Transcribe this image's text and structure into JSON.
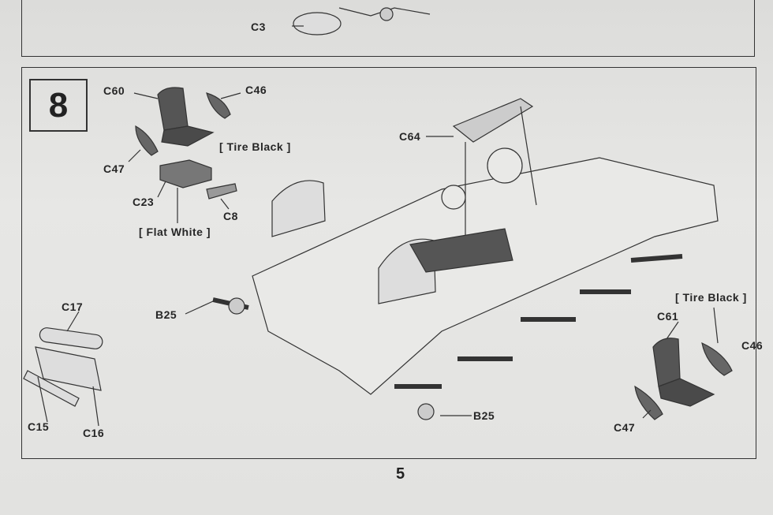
{
  "top_panel": {
    "label_c3": "C3"
  },
  "step": {
    "number": "8",
    "seat_detail": {
      "c60": "C60",
      "c46": "C46",
      "tire_black": "[ Tire Black ]",
      "c47": "C47",
      "c23": "C23",
      "c8": "C8",
      "flat_white": "[ Flat White ]"
    },
    "hull": {
      "c64": "C64",
      "b25_left": "B25",
      "b25_bottom": "B25"
    },
    "grille": {
      "c17": "C17",
      "c15": "C15",
      "c16": "C16"
    },
    "seat_right": {
      "tire_black": "[ Tire Black ]",
      "c61": "C61",
      "c46": "C46",
      "c47": "C47"
    }
  },
  "page_number": "5"
}
